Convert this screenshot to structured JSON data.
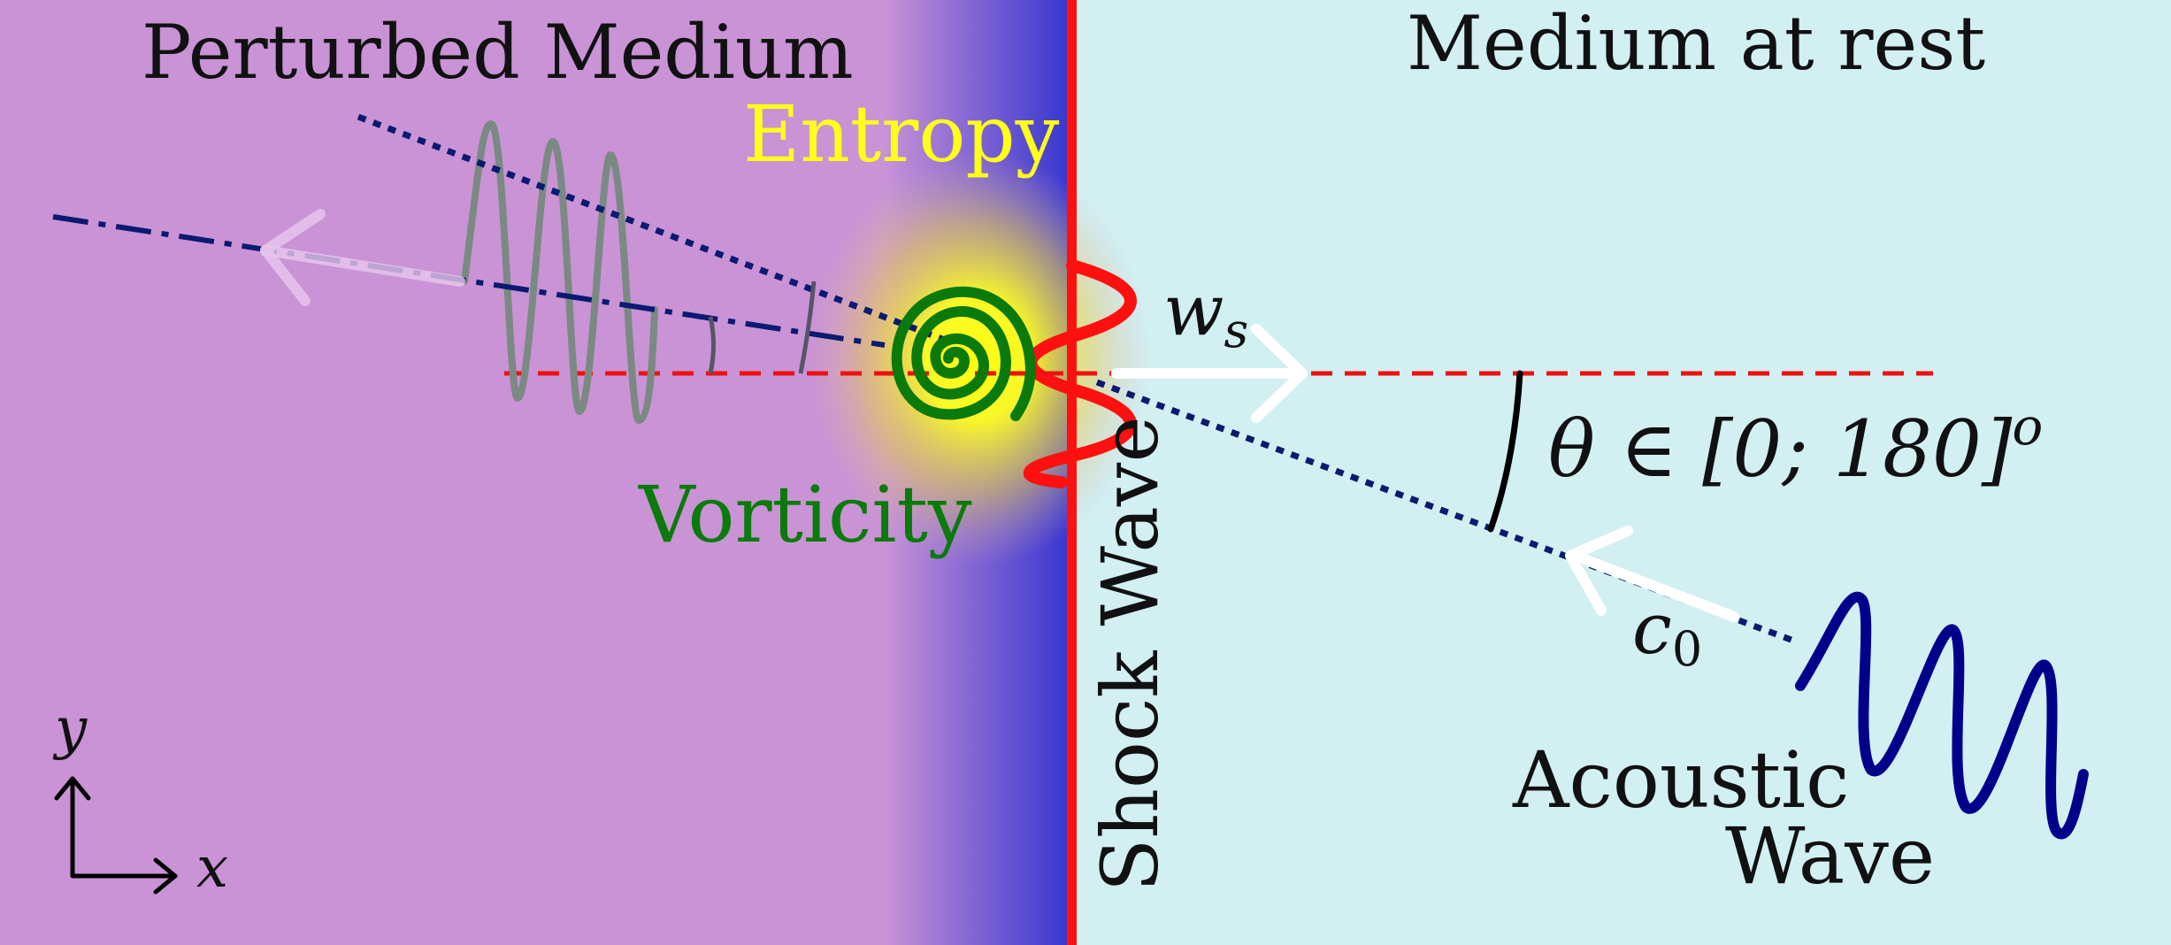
{
  "labels": {
    "perturbed_medium": "Perturbed Medium",
    "medium_at_rest": "Medium at rest",
    "entropy": "Entropy",
    "vorticity": "Vorticity",
    "shock_wave": "Shock Wave",
    "acoustic_line1": "Acoustic",
    "acoustic_line2": "Wave",
    "angle_range": "θ ∈ [0; 180]",
    "angle_unit": "o",
    "shock_speed_main": "w",
    "shock_speed_sub": "s",
    "sound_speed_main": "c",
    "sound_speed_sub": "0",
    "axis_x": "x",
    "axis_y": "y"
  },
  "colors": {
    "perturbed_medium": "#c993d6",
    "medium_at_rest": "#d2eff2",
    "shock_front": "#ff1010",
    "shock_gradient": "#3a3ad0",
    "entropy": "#ffff1a",
    "vorticity": "#0a7a0a",
    "acoustic_wave": "#00008b",
    "transmitted_wave": "#7a8a82",
    "dashed_normal": "#ee1111",
    "arrows": "#ffffff"
  }
}
